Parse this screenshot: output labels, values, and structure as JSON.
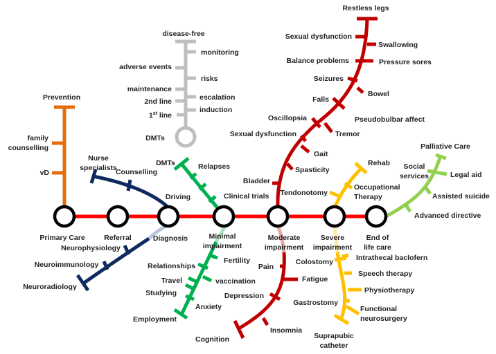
{
  "main_line": {
    "color": "#ff0000",
    "stations": [
      "Primary Care",
      "Referral",
      "Diagnosis",
      [
        "Minimal",
        "impairment"
      ],
      [
        "Moderate",
        "impairment"
      ],
      [
        "Severe",
        "impairment"
      ],
      [
        "End of",
        "life care"
      ]
    ]
  },
  "prevention_line": {
    "color": "#e46c0a",
    "terminus": "Prevention",
    "stops": [
      [
        "family",
        "counselling"
      ],
      "vD"
    ]
  },
  "dmt_line": {
    "color": "#bfbfbf",
    "terminus": "disease-free",
    "origin": "DMTs",
    "stops": [
      "monitoring",
      "adverse events",
      "risks",
      "maintenance",
      "escalation",
      "2nd line",
      "induction",
      "1",
      "st",
      " line"
    ]
  },
  "diagnosis_line": {
    "color": "#0f2a5f",
    "stops": [
      [
        "Nurse",
        "specialists"
      ],
      "Counselling",
      "Neurophysiology",
      "Neuroimmunology",
      "Neuroradiology"
    ]
  },
  "minimal_line": {
    "color": "#00b050",
    "stops": [
      "DMTs",
      "Relapses",
      "Driving",
      "Clinical trials",
      "Fertility",
      "Relationships",
      "Travel",
      "vaccination",
      "Studying",
      "Anxiety",
      "Employment"
    ]
  },
  "moderate_line": {
    "color": "#c00000",
    "stops": [
      "Restless legs",
      "Sexual dysfunction",
      "Swallowing",
      "Balance problems",
      "Pressure sores",
      "Seizures",
      "Bowel",
      "Falls",
      "Pseudobulbar affect",
      "Oscillopsia",
      "Tremor",
      "Sexual dysfunction",
      "Gait",
      "Spasticity",
      "Bladder",
      "Pain",
      "Fatigue",
      "Depression",
      "Insomnia",
      "Cognition"
    ]
  },
  "severe_line": {
    "color": "#ffc000",
    "stops": [
      "Rehab",
      [
        "Occupational",
        "Therapy"
      ],
      "Tendonotomy",
      "Colostomy",
      "Intrathecal baclofern",
      "Speech therapy",
      "Physiotherapy",
      "Gastrostomy",
      [
        "Functional",
        "neurosurgery"
      ],
      [
        "Suprapubic",
        "catheter"
      ]
    ]
  },
  "end_line": {
    "color": "#92d050",
    "stops": [
      "Palliative Care",
      [
        "Social",
        "services"
      ],
      "Legal aid",
      "Assisted suicide",
      "Advanced directive"
    ]
  }
}
